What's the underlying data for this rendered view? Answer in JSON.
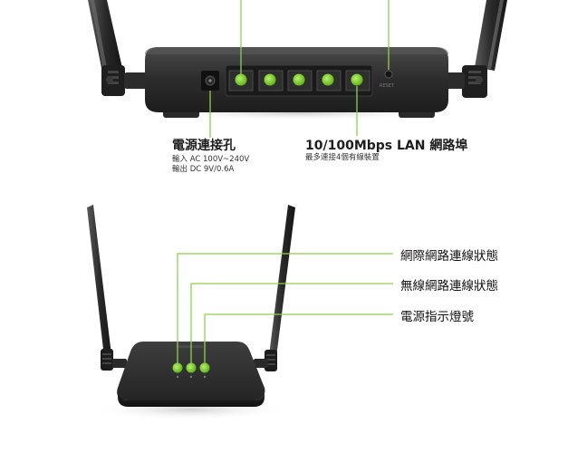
{
  "rear_panel": {
    "power_port": {
      "title": "電源連接孔",
      "lines": [
        "輸入 AC 100V~240V",
        "輸出 DC 9V/0.6A"
      ]
    },
    "lan_ports": {
      "title": "10/100Mbps LAN 網路埠",
      "subtitle": "最多連接4個有線裝置"
    },
    "port_count": 5,
    "reset_label": "RESET"
  },
  "front_panel": {
    "indicators": [
      {
        "label": "網際網路連線狀態"
      },
      {
        "label": "無線網路連線狀態"
      },
      {
        "label": "電源指示燈號"
      }
    ]
  },
  "colors": {
    "accent_green": "#7bd12e",
    "router_body": "#2b2b2b",
    "callout_line": "#8fcf4a"
  }
}
